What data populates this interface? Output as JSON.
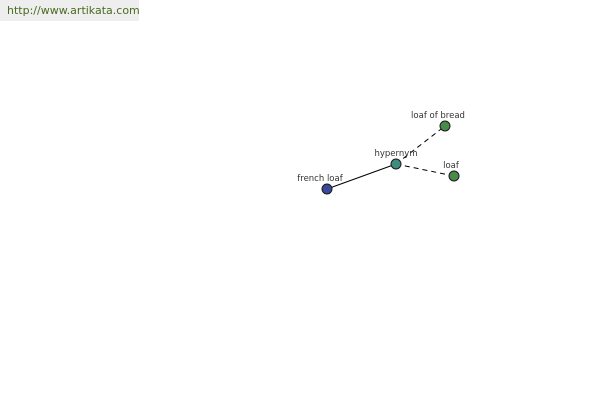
{
  "site_link": {
    "label": "http://www.artikata.com"
  },
  "graph": {
    "nodes": [
      {
        "id": "center",
        "label": "hypernym",
        "color": "#3f8c80"
      },
      {
        "id": "source",
        "label": "french loaf",
        "color": "#3a4a9a"
      },
      {
        "id": "t1",
        "label": "loaf of bread",
        "color": "#4a8a4a"
      },
      {
        "id": "t2",
        "label": "loaf",
        "color": "#4a8a4a"
      }
    ],
    "edges": [
      {
        "from": "source",
        "to": "center",
        "style": "solid"
      },
      {
        "from": "center",
        "to": "t1",
        "style": "dashed"
      },
      {
        "from": "center",
        "to": "t2",
        "style": "dashed"
      }
    ]
  }
}
